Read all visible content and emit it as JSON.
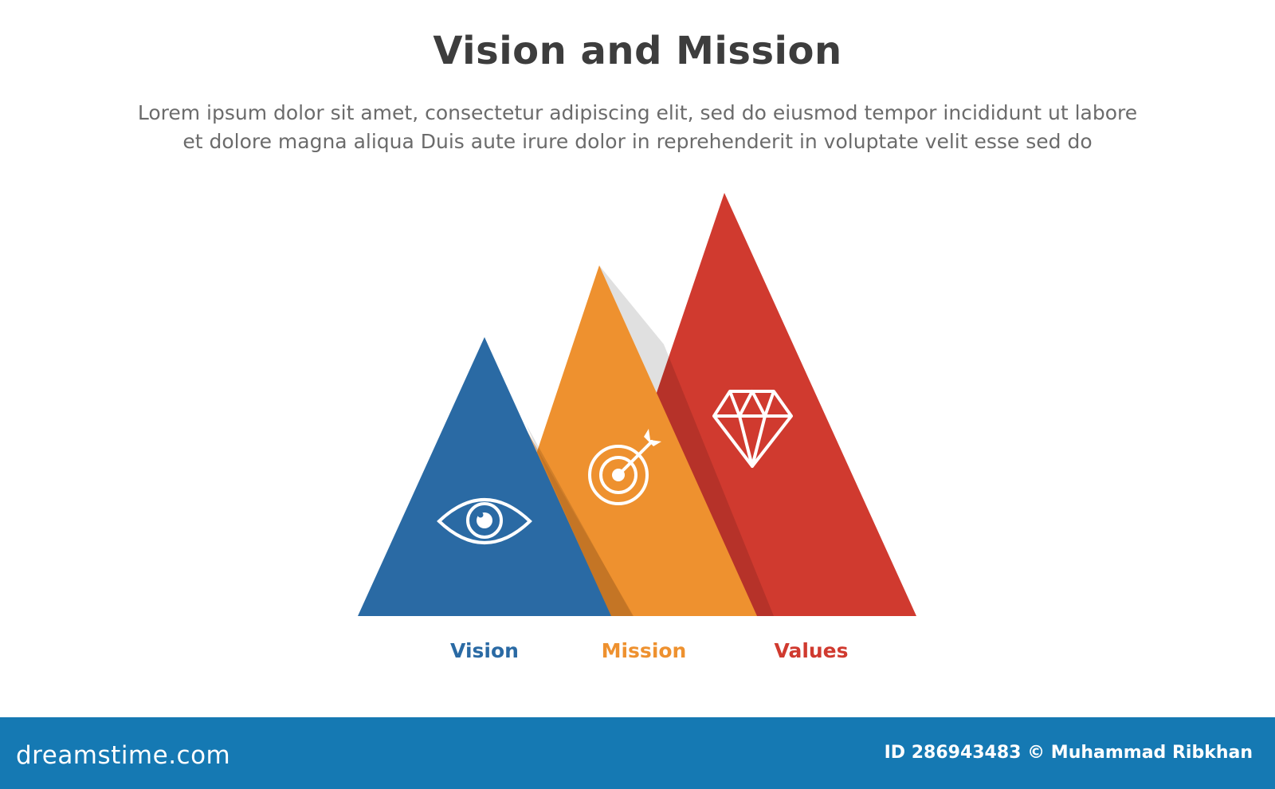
{
  "header": {
    "title": "Vision and Mission",
    "description_line1": "Lorem ipsum dolor sit amet, consectetur adipiscing elit, sed do eiusmod tempor incididunt ut labore",
    "description_line2": "et dolore magna aliqua Duis aute irure dolor in reprehenderit in voluptate velit esse sed do"
  },
  "items": [
    {
      "label": "Vision",
      "color": "#2a6aa4",
      "icon": "eye-icon"
    },
    {
      "label": "Mission",
      "color": "#ee912f",
      "icon": "target-arrow-icon"
    },
    {
      "label": "Values",
      "color": "#d03a2f",
      "icon": "diamond-icon"
    }
  ],
  "footer": {
    "logo": "dreamstime.com",
    "credit": "ID 286943483 © Muhammad Ribkhan",
    "background": "#1579b3"
  }
}
